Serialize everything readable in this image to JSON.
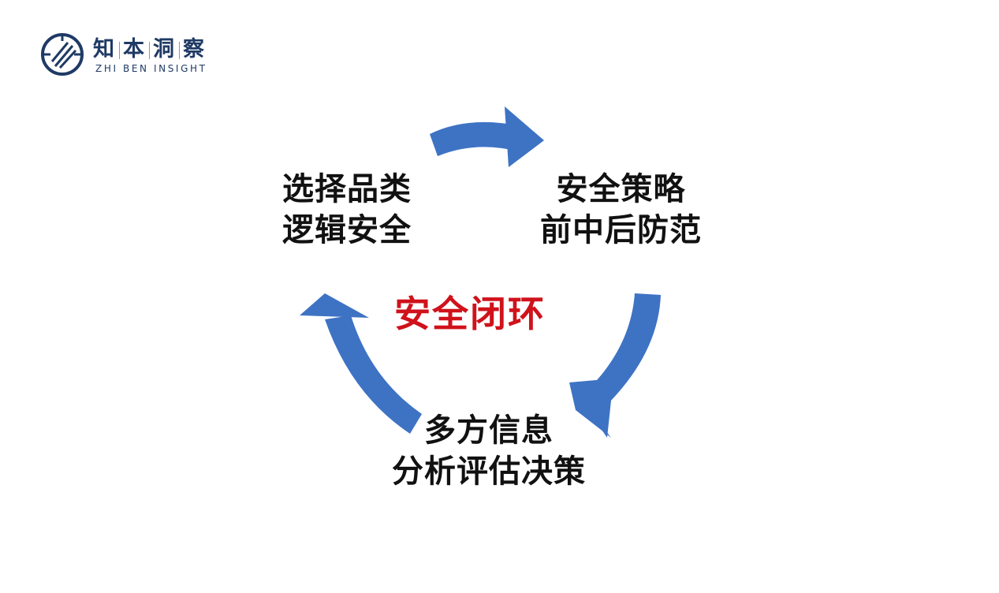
{
  "logo": {
    "chars": [
      "知",
      "本",
      "洞",
      "察"
    ],
    "english": "ZHI BEN INSIGHT"
  },
  "diagram": {
    "center": "安全闭环",
    "nodes": [
      {
        "line1": "选择品类",
        "line2": "逻辑安全"
      },
      {
        "line1": "安全策略",
        "line2": "前中后防范"
      },
      {
        "line1": "多方信息",
        "line2": "分析评估决策"
      }
    ],
    "arrow_color": "#3e73c4"
  }
}
